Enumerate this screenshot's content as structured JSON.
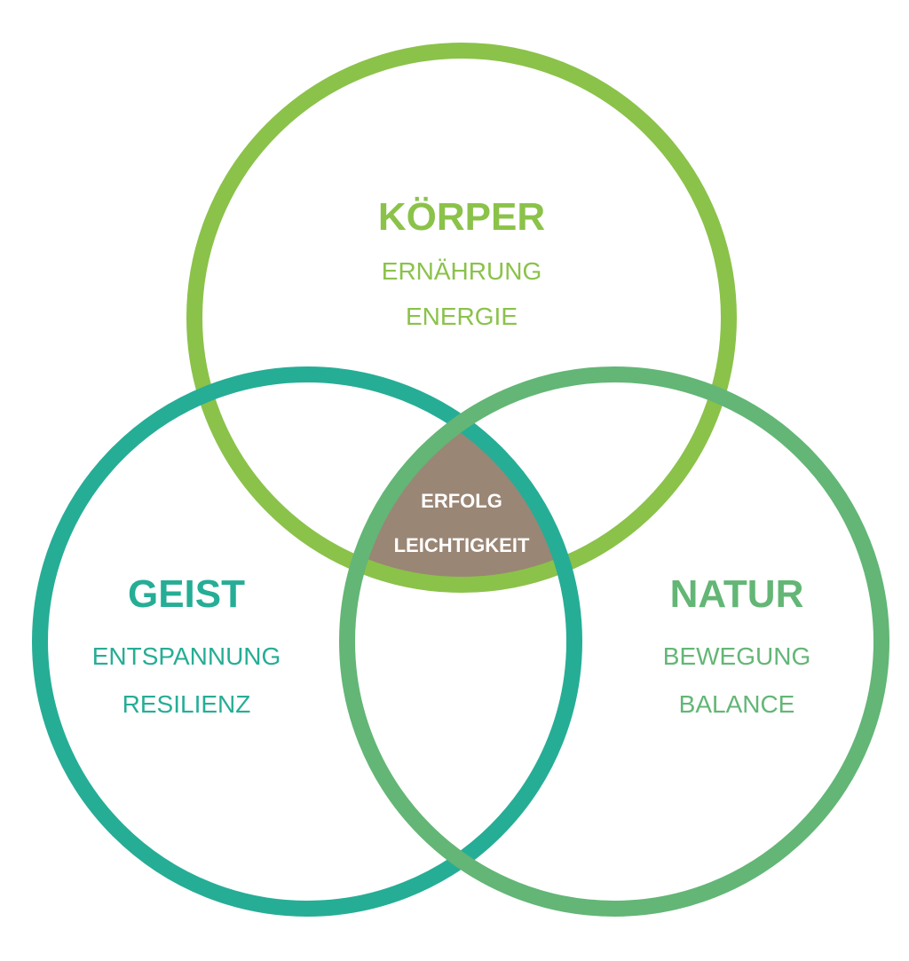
{
  "colors": {
    "koerper": "#8bc24a",
    "geist": "#26ad96",
    "natur": "#63b676",
    "center": "#9a8675"
  },
  "koerper": {
    "title": "KÖRPER",
    "items": [
      "ERNÄHRUNG",
      "ENERGIE"
    ]
  },
  "geist": {
    "title": "GEIST",
    "items": [
      "ENTSPANNUNG",
      "RESILIENZ"
    ]
  },
  "natur": {
    "title": "NATUR",
    "items": [
      "BEWEGUNG",
      "BALANCE"
    ]
  },
  "center": {
    "items": [
      "ERFOLG",
      "LEICHTIGKEIT"
    ]
  }
}
